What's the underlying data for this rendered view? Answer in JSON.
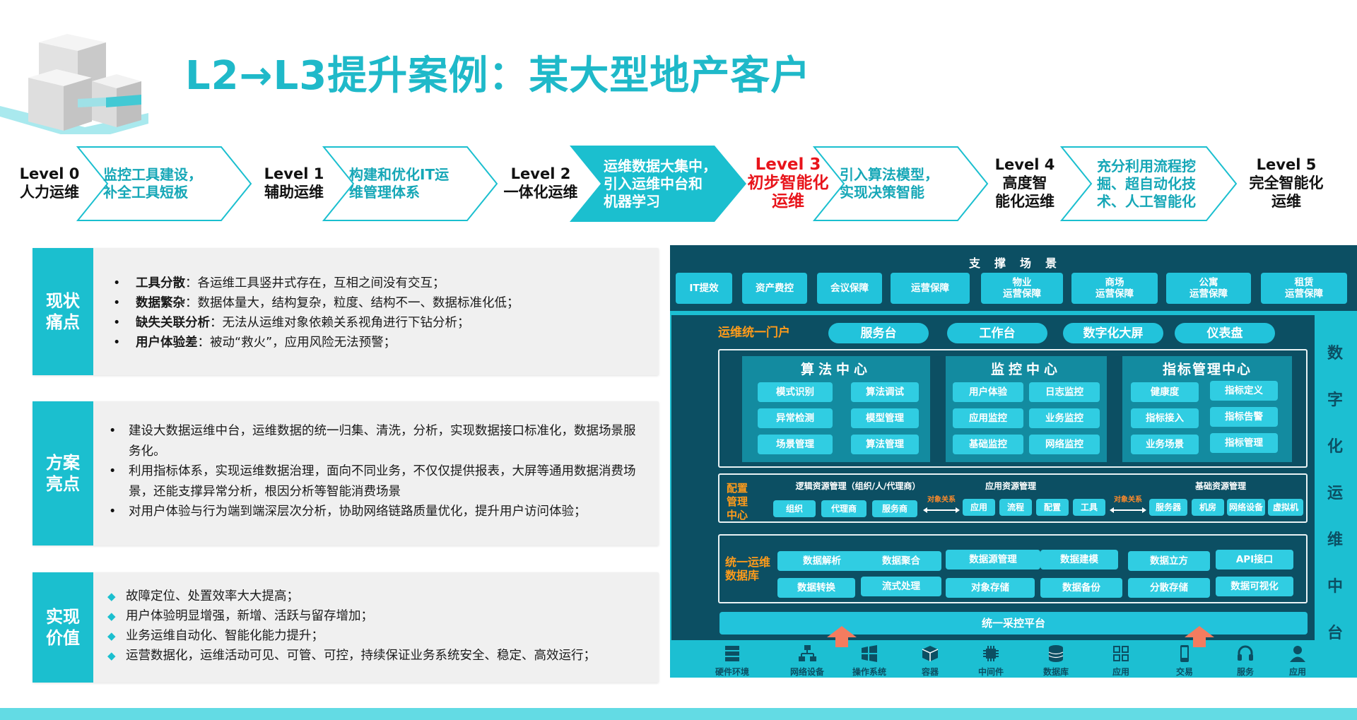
{
  "title": "L2→L3提升案例：某大型地产客户",
  "levels": [
    {
      "line1": "Level 0",
      "line2": "人力运维"
    },
    {
      "line1": "Level 1",
      "line2": "辅助运维"
    },
    {
      "line1": "Level 2",
      "line2": "一体化运维"
    },
    {
      "line1": "Level 3",
      "line2": "初步智能化",
      "line3": "运维"
    },
    {
      "line1": "Level 4",
      "line2": "高度智",
      "line3": "能化运维"
    },
    {
      "line1": "Level 5",
      "line2": "完全智能化",
      "line3": "运维"
    }
  ],
  "steps": [
    {
      "l1": "监控工具建设，",
      "l2": "补全工具短板"
    },
    {
      "l1": "构建和优化IT运",
      "l2": "维管理体系"
    },
    {
      "l1": "运维数据大集中，",
      "l2": "引入运维中台和",
      "l3": "机器学习"
    },
    {
      "l1": "引入算法模型，",
      "l2": "实现决策智能"
    },
    {
      "l1": "充分利用流程挖",
      "l2": "掘、超自动化技",
      "l3": "术、人工智能化"
    }
  ],
  "panels": {
    "status": {
      "tag1": "现状",
      "tag2": "痛点",
      "items": [
        {
          "key": "工具分散",
          "text": "：各运维工具竖井式存在，互相之间没有交互；"
        },
        {
          "key": "数据繁杂",
          "text": "：数据体量大，结构复杂，粒度、结构不一、数据标准化低；"
        },
        {
          "key": "缺失关联分析",
          "text": "：无法从运维对象依赖关系视角进行下钻分析；"
        },
        {
          "key": "用户体验差",
          "text": "：被动“救火”，应用风险无法预警；"
        }
      ]
    },
    "solution": {
      "tag1": "方案",
      "tag2": "亮点",
      "items": [
        "建设大数据运维中台，运维数据的统一归集、清洗，分析，实现数据接口标准化，数据场景服务化。",
        "利用指标体系，实现运维数据治理，面向不同业务，不仅仅提供报表，大屏等通用数据消费场景，还能支撑异常分析，根因分析等智能消费场景",
        "对用户体验与行为端到端深层次分析，协助网络链路质量优化，提升用户访问体验；"
      ]
    },
    "value": {
      "tag1": "实现",
      "tag2": "价值",
      "items": [
        "故障定位、处置效率大大提高；",
        "用户体验明显增强，新增、活跃与留存增加；",
        "业务运维自动化、智能化能力提升；",
        "运营数据化，运维活动可见、可管、可控，持续保证业务系统安全、稳定、高效运行；"
      ]
    }
  },
  "arch": {
    "support_title": "支　撑　场　景",
    "support": [
      "IT提效",
      "资产费控",
      "会议保障",
      "运营保障",
      "物业\n运营保障",
      "商场\n运营保障",
      "公寓\n运营保障",
      "租赁\n运营保障"
    ],
    "portal_label": "运维统一门户",
    "portal": [
      "服务台",
      "工作台",
      "数字化大屏",
      "仪表盘"
    ],
    "algo": {
      "title": "算法中心",
      "items": [
        "模式识别",
        "算法调试",
        "异常检测",
        "模型管理",
        "场景管理",
        "算法管理"
      ]
    },
    "monitor": {
      "title": "监控中心",
      "items": [
        "用户体验",
        "日志监控",
        "应用监控",
        "业务监控",
        "基础监控",
        "网络监控"
      ]
    },
    "metric": {
      "title": "指标管理中心",
      "items": [
        "健康度",
        "指标定义",
        "指标接入",
        "指标告警",
        "业务场景",
        "指标管理"
      ]
    },
    "config_label": "配置\n管理\n中心",
    "logic": {
      "title": "逻辑资源管理（组织/人/代理商）",
      "items": [
        "组织",
        "代理商",
        "服务商"
      ]
    },
    "app": {
      "title": "应用资源管理",
      "items": [
        "应用",
        "流程",
        "配置",
        "工具"
      ]
    },
    "base": {
      "title": "基础资源管理",
      "items": [
        "服务器",
        "机房",
        "网络设备",
        "虚拟机"
      ]
    },
    "relation": "对象关系",
    "db_label": "统一运维\n数据库",
    "db": [
      "数据解析",
      "数据聚合",
      "数据源管理",
      "数据建模",
      "数据立方",
      "API接口",
      "数据转换",
      "流式处理",
      "对象存储",
      "数据备份",
      "分散存储",
      "数据可视化"
    ],
    "collect": "统一采控平台",
    "vertical": [
      "数",
      "字",
      "化",
      "运",
      "维",
      "中",
      "台"
    ],
    "bottom": [
      "硬件环境",
      "网络设备",
      "操作系统",
      "容器",
      "中间件",
      "数据库",
      "应用",
      "交易",
      "服务",
      "应用"
    ]
  },
  "colors": {
    "accent": "#1bbfcf",
    "title": "#1fb9c9",
    "dark": "#0c4f63",
    "red": "#e8141b",
    "orange": "#ff9b1a"
  }
}
